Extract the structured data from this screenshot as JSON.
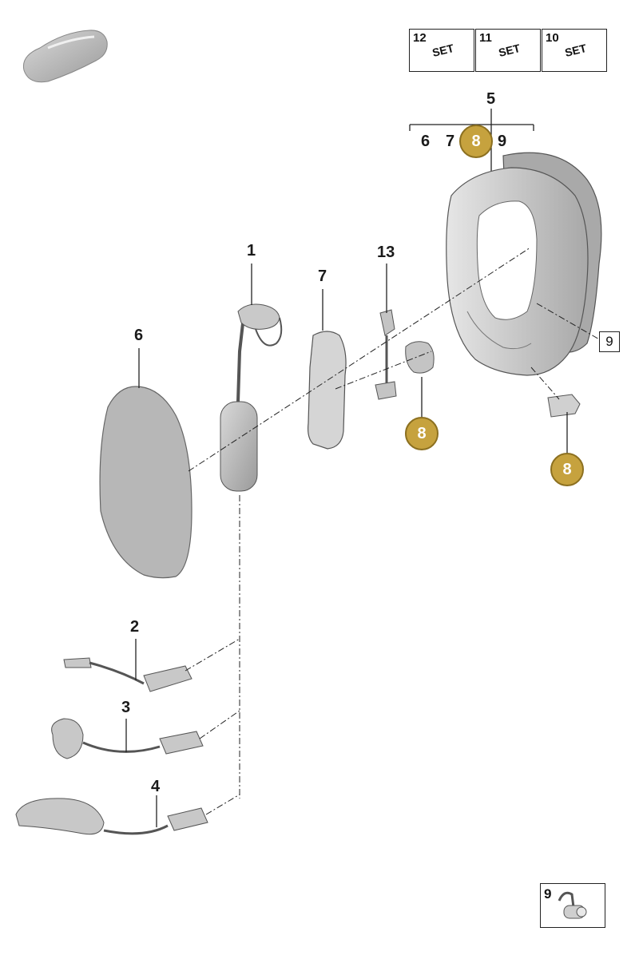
{
  "set_boxes": [
    {
      "number": "12",
      "text": "SET"
    },
    {
      "number": "11",
      "text": "SET"
    },
    {
      "number": "10",
      "text": "SET"
    }
  ],
  "assembly_label": "5",
  "subparts": [
    "6",
    "7",
    "8",
    "9"
  ],
  "part_labels": {
    "p1": "1",
    "p2": "2",
    "p3": "3",
    "p4": "4",
    "p6": "6",
    "p7": "7",
    "p13": "13"
  },
  "badges": [
    "8",
    "8"
  ],
  "ref_box": "9",
  "detail_box_label": "9",
  "colors": {
    "badge_fill": "#c6a23e",
    "part_grey": "#b8b8b8",
    "line": "#222222"
  }
}
